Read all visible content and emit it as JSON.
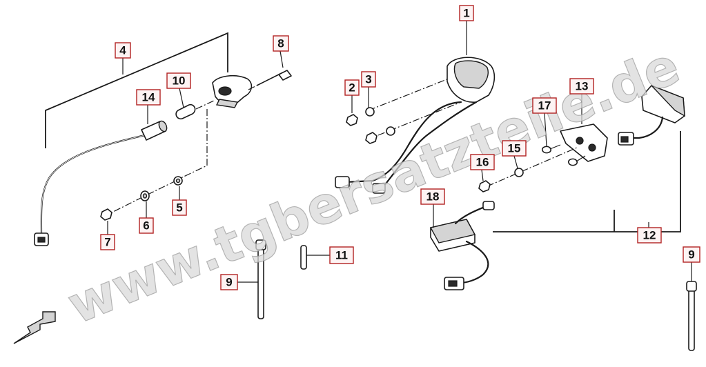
{
  "diagram": {
    "watermark": "www.tgbersatzteile.de",
    "callouts": {
      "c1": "1",
      "c2": "2",
      "c3": "3",
      "c4": "4",
      "c5": "5",
      "c6": "6",
      "c7": "7",
      "c8": "8",
      "c9a": "9",
      "c9b": "9",
      "c10": "10",
      "c11": "11",
      "c12": "12",
      "c13": "13",
      "c14": "14",
      "c15": "15",
      "c16": "16",
      "c17": "17",
      "c18": "18"
    },
    "colors": {
      "callout_border": "#b22222",
      "line": "#1a1a1a",
      "watermark": "#d9d9d9"
    }
  }
}
